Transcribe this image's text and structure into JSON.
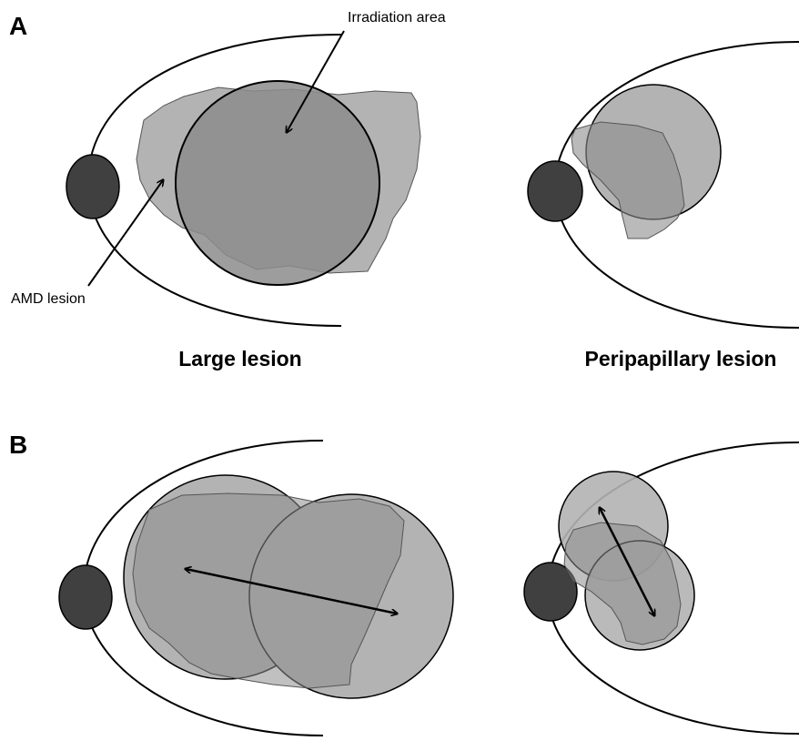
{
  "panels": {
    "a": {
      "letter": "A",
      "left_caption": "Large lesion",
      "right_caption": "Peripapillary lesion",
      "annotations": {
        "irradiation": "Irradiation area",
        "amd": "AMD lesion"
      }
    },
    "b": {
      "letter": "B"
    }
  },
  "colors": {
    "optic_disc": "#404040",
    "lesion_fill": "#b3b3b3",
    "irradiation_fill": "#8c8c8c",
    "outline": "#000000",
    "background": "#ffffff"
  }
}
